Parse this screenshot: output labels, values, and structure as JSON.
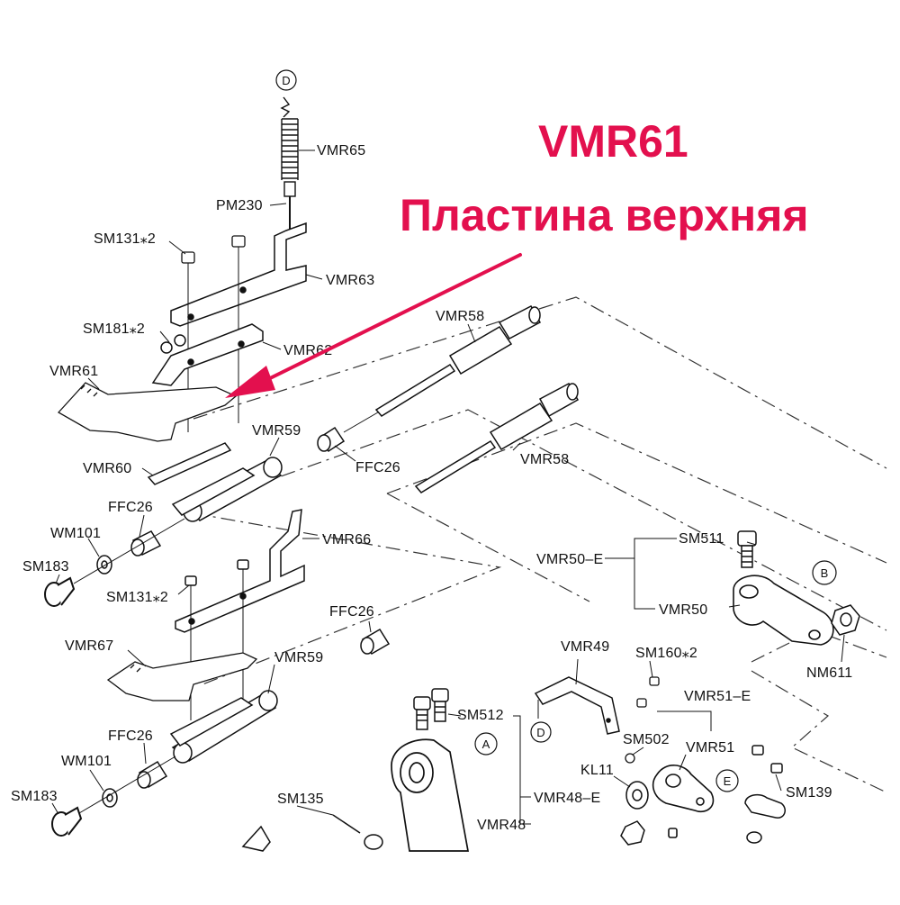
{
  "header": {
    "part_code": "VMR61",
    "part_name": "Пластина верхняя",
    "accent_color": "#e3104e"
  },
  "labels": {
    "vmr65": "VMR65",
    "pm230": "PM230",
    "sm131_top": "SM131⁎2",
    "vmr63": "VMR63",
    "sm181": "SM181⁎2",
    "vmr62": "VMR62",
    "vmr61": "VMR61",
    "vmr60": "VMR60",
    "vmr59_top": "VMR59",
    "ffc26_mid": "FFC26",
    "ffc26_left_top": "FFC26",
    "wm101_top": "WM101",
    "sm183_top": "SM183",
    "vmr66": "VMR66",
    "sm131_bottom": "SM131⁎2",
    "ffc26_lower": "FFC26",
    "vmr67": "VMR67",
    "vmr59_bottom": "VMR59",
    "ffc26_left_bottom": "FFC26",
    "wm101_bottom": "WM101",
    "sm183_bottom": "SM183",
    "sm135": "SM135",
    "vmr58_top": "VMR58",
    "vmr58_bottom": "VMR58",
    "vmr50e": "VMR50–E",
    "sm511": "SM511",
    "vmr50": "VMR50",
    "nm611": "NM611",
    "vmr49": "VMR49",
    "sm160": "SM160⁎2",
    "vmr51e": "VMR51–E",
    "sm512": "SM512",
    "sm502": "SM502",
    "vmr51": "VMR51",
    "kl11": "KL11",
    "sm139": "SM139",
    "vmr48e": "VMR48–E",
    "vmr48": "VMR48"
  },
  "callouts": {
    "d_top": "D",
    "d_mid": "D",
    "a": "A",
    "b": "B",
    "e": "E"
  }
}
